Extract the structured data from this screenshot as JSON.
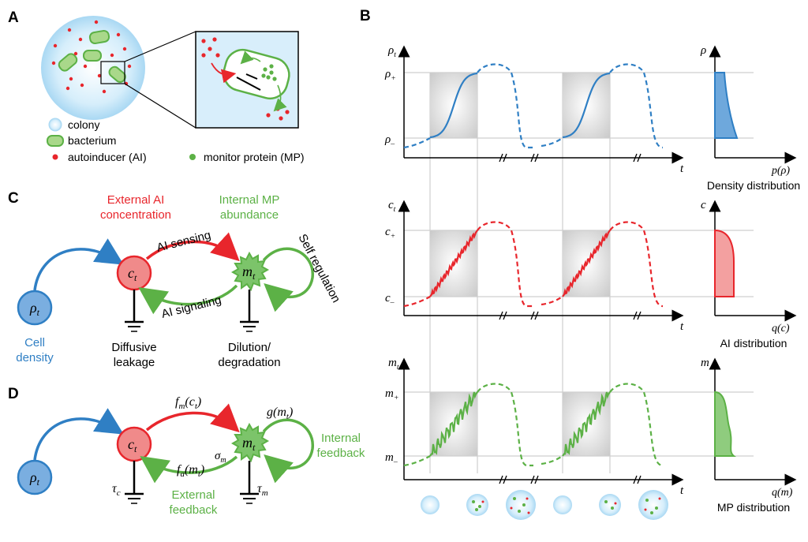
{
  "panels": {
    "a": "A",
    "b": "B",
    "c": "C",
    "d": "D"
  },
  "legend": {
    "colony": "colony",
    "bacterium": "bacterium",
    "autoinducer": "autoinducer (AI)",
    "monitor": "monitor protein (MP)"
  },
  "colors": {
    "blue": "#2f7fc4",
    "red": "#e8262c",
    "green": "#5cb146",
    "light_blue": "#d8eefb",
    "gray": "#bdbdbd"
  },
  "panel_c": {
    "ext_ai_1": "External AI",
    "ext_ai_2": "concentration",
    "int_mp_1": "Internal MP",
    "int_mp_2": "abundance",
    "ai_sensing": "AI sensing",
    "ai_signaling": "AI signaling",
    "self_reg": "Self regulation",
    "cell_1": "Cell",
    "cell_2": "density",
    "diff_1": "Diffusive",
    "diff_2": "leakage",
    "dil_1": "Dilution/",
    "dil_2": "degradation",
    "rho": "ρ",
    "rho_sub": "t",
    "c": "c",
    "c_sub": "t",
    "m": "m",
    "m_sub": "t"
  },
  "panel_d": {
    "fm": "f",
    "fm_sub": "m",
    "fm_arg": "(c",
    "fm_arg_sub": "t",
    "fa": "f",
    "fa_sub": "a",
    "fa_arg": "(m",
    "fa_arg_sub": "t",
    "g": "g(m",
    "g_sub": "t",
    "sigma": "σ",
    "sigma_sub": "m",
    "tau_c": "τ",
    "tau_c_sub": "c",
    "tau_m": "τ",
    "tau_m_sub": "m",
    "internal_1": "Internal",
    "internal_2": "feedback",
    "external_1": "External",
    "external_2": "feedback"
  },
  "panel_b": {
    "rows": [
      {
        "y_axis": "ρ",
        "y_sub": "t",
        "plus": "ρ",
        "plus_sub": "+",
        "minus": "ρ",
        "minus_sub": "–",
        "dist_axis": "ρ",
        "dist_x": "p(ρ)",
        "dist_title": "Density distribution",
        "x_axis": "t"
      },
      {
        "y_axis": "c",
        "y_sub": "t",
        "plus": "c",
        "plus_sub": "+",
        "minus": "c",
        "minus_sub": "–",
        "dist_axis": "c",
        "dist_x": "q(c)",
        "dist_title": "AI distribution",
        "x_axis": "t"
      },
      {
        "y_axis": "m",
        "y_sub": "t",
        "plus": "m",
        "plus_sub": "+",
        "minus": "m",
        "minus_sub": "–",
        "dist_axis": "m",
        "dist_x": "q(m)",
        "dist_title": "MP distribution",
        "x_axis": "t"
      }
    ]
  }
}
